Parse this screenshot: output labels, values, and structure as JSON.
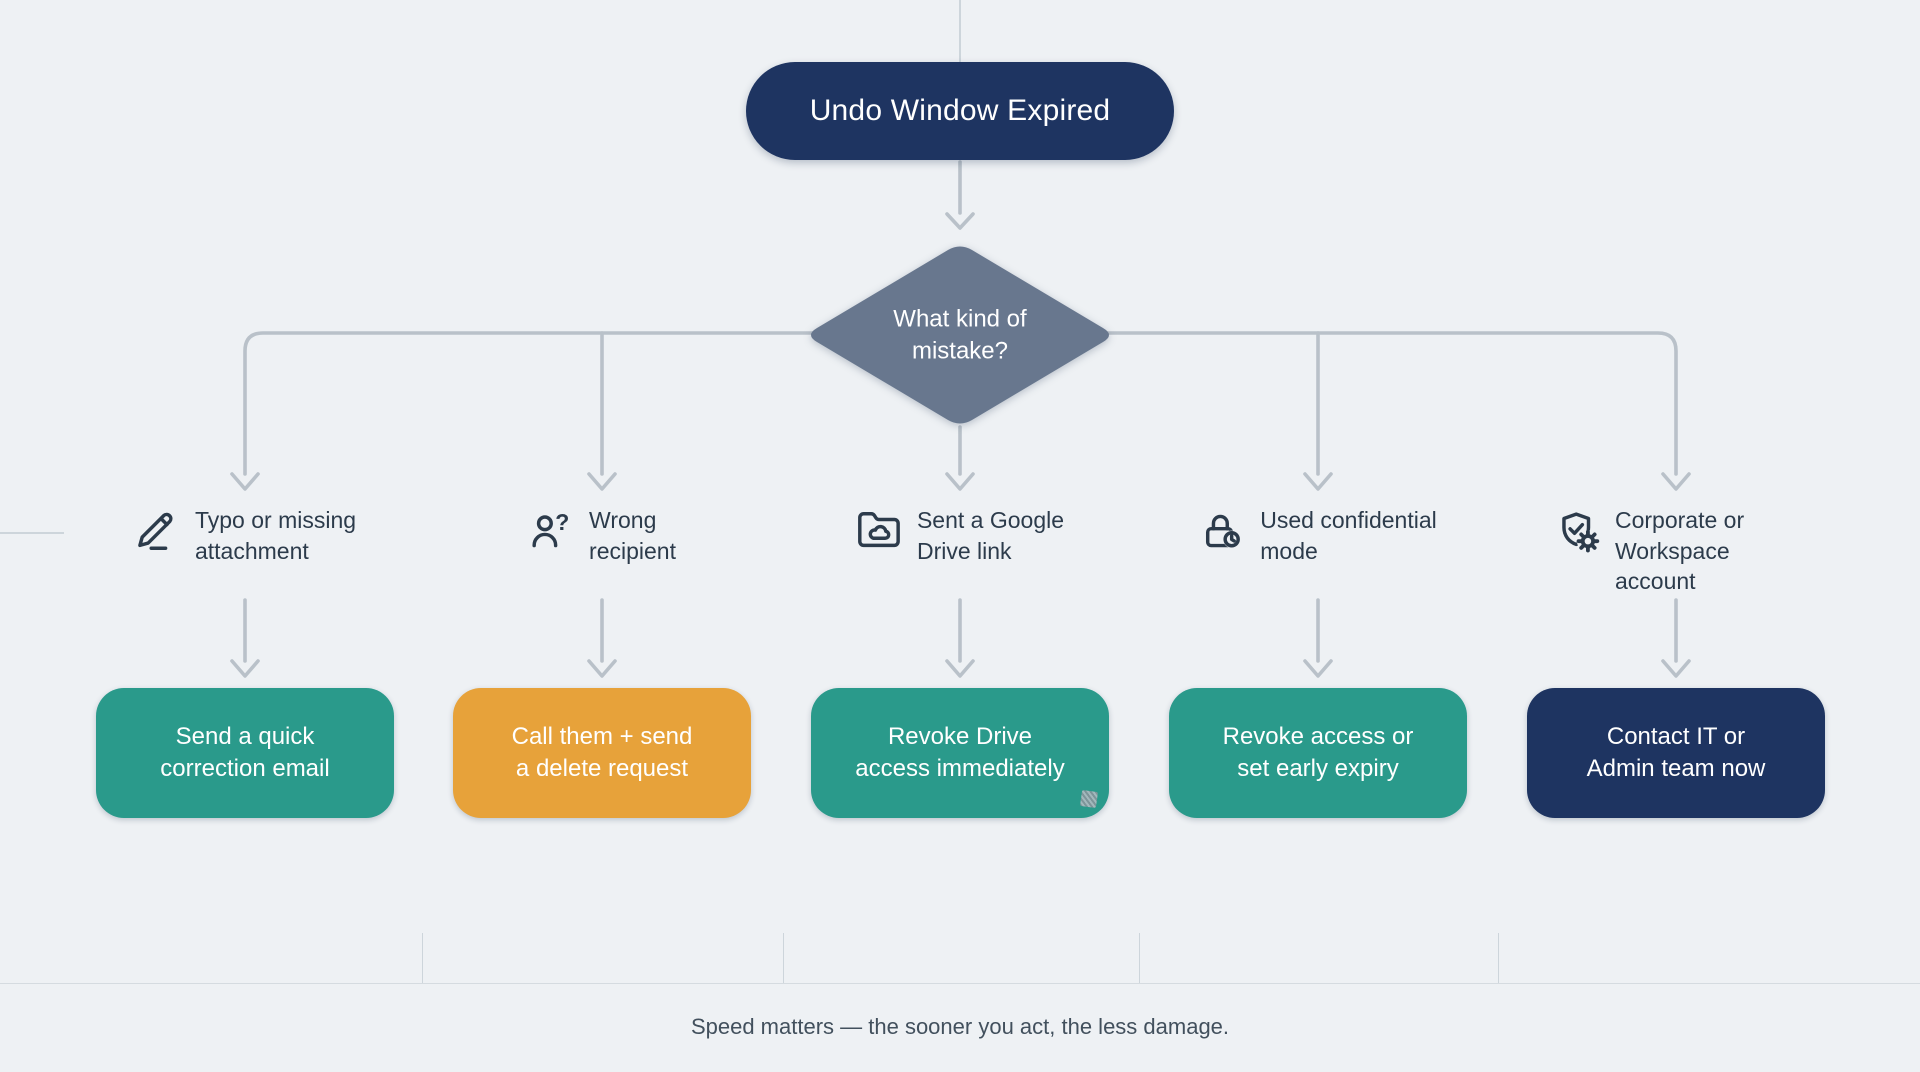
{
  "flow": {
    "title": "Undo Window Expired",
    "decision_question": "What kind of\nmistake?",
    "branches": [
      {
        "id": "typo",
        "icon": "pencil-line-icon",
        "label": "Typo or missing\nattachment",
        "action": "Send a quick\ncorrection email",
        "action_color": "#2a9a8b"
      },
      {
        "id": "wrong-recipient",
        "icon": "user-question-icon",
        "label": "Wrong\nrecipient",
        "action": "Call them + send\na delete request",
        "action_color": "#e7a23a"
      },
      {
        "id": "drive-link",
        "icon": "folder-cloud-icon",
        "label": "Sent a Google\nDrive link",
        "action": "Revoke Drive\naccess immediately",
        "action_color": "#2a9a8b"
      },
      {
        "id": "confidential-mode",
        "icon": "lock-clock-icon",
        "label": "Used confidential\nmode",
        "action": "Revoke access or\nset early expiry",
        "action_color": "#2a9a8b"
      },
      {
        "id": "corporate-account",
        "icon": "shield-gear-icon",
        "label": "Corporate or\nWorkspace account",
        "action": "Contact IT or\nAdmin team now",
        "action_color": "#1e3461"
      }
    ]
  },
  "caption": "Speed matters — the sooner you act, the less damage.",
  "colors": {
    "background": "#eef1f4",
    "node_navy": "#1e3461",
    "node_slate": "#68778e",
    "node_teal": "#2a9a8b",
    "node_orange": "#e7a23a",
    "connector_gray": "#b9c1c9",
    "label_text": "#2c3b4b",
    "caption_text": "#42505d"
  }
}
